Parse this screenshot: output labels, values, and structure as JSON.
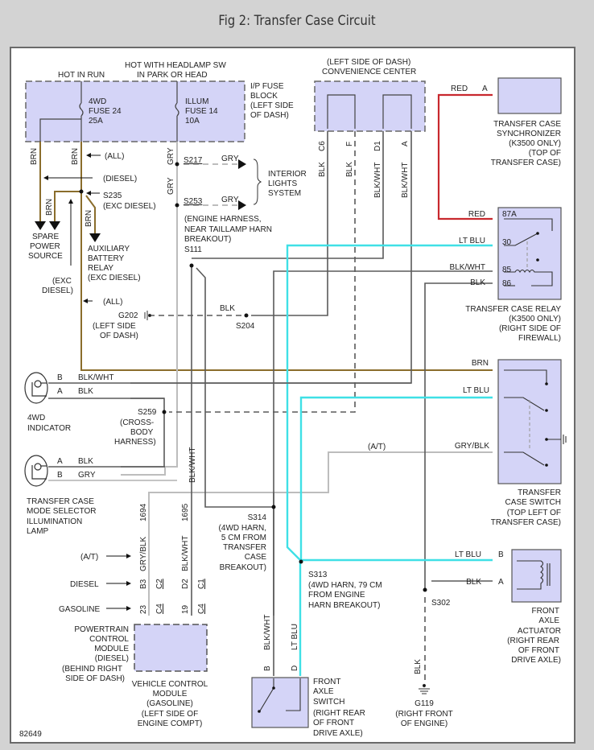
{
  "title": "Fig 2: Transfer Case Circuit",
  "figure_number": "82649",
  "colors": {
    "brn": "#8a6d2c",
    "red": "#c8282e",
    "lt_blu": "#3fe0e6",
    "gry": "#bdbdbd",
    "blk": "#555555",
    "component_fill": "#d4d4f7"
  },
  "power": {
    "hot_in_run": "HOT IN RUN",
    "hot_headlamp_1": "HOT WITH HEADLAMP SW",
    "hot_headlamp_2": "IN PARK OR HEAD"
  },
  "fuse_block": {
    "label": [
      "I/P FUSE",
      "BLOCK",
      "(LEFT SIDE",
      "OF DASH)"
    ],
    "fuse_4wd": [
      "4WD",
      "FUSE 24",
      "25A"
    ],
    "fuse_illum": [
      "ILLUM",
      "FUSE 14",
      "10A"
    ]
  },
  "convenience_center": {
    "label": [
      "(LEFT SIDE OF DASH)",
      "CONVENIENCE CENTER"
    ],
    "pins": [
      "C6",
      "F",
      "D1",
      "A"
    ],
    "wires": [
      "BLK",
      "BLK",
      "BLK/WHT",
      "BLK/WHT"
    ]
  },
  "synchronizer": {
    "wire": "RED",
    "pin": "A",
    "label": [
      "TRANSFER CASE",
      "SYNCHRONIZER",
      "(K3500 ONLY)",
      "(TOP OF",
      "TRANSFER CASE)"
    ]
  },
  "relay": {
    "pins": [
      {
        "wire": "RED",
        "pin": "87A"
      },
      {
        "wire": "LT BLU",
        "pin": "30"
      },
      {
        "wire": "BLK/WHT",
        "pin": "85"
      },
      {
        "wire": "BLK",
        "pin": "86"
      }
    ],
    "label": [
      "TRANSFER CASE RELAY",
      "(K3500 ONLY)",
      "(RIGHT SIDE OF",
      "FIREWALL)"
    ]
  },
  "left_side": {
    "brn": "BRN",
    "all": "(ALL)",
    "diesel": "(DIESEL)",
    "s235": "S235",
    "exc_diesel": "(EXC DIESEL)",
    "spare": [
      "SPARE",
      "POWER",
      "SOURCE"
    ],
    "aux": [
      "AUXILIARY",
      "BATTERY",
      "RELAY",
      "(EXC DIESEL)"
    ],
    "exc_diesel_2": [
      "(EXC",
      "DIESEL)"
    ],
    "all2": "(ALL)",
    "g202": "G202",
    "g202_loc": [
      "(LEFT SIDE",
      "OF DASH)"
    ],
    "blk": "BLK",
    "s204": "S204"
  },
  "interior": {
    "gry": "GRY",
    "s217": "S217",
    "s253": "S253",
    "label": [
      "INTERIOR",
      "LIGHTS",
      "SYSTEM"
    ],
    "harness": [
      "(ENGINE HARNESS,",
      "NEAR TAILLAMP HARN",
      "BREAKOUT)"
    ],
    "s111": "S111"
  },
  "indicator": {
    "pins": [
      {
        "pin": "B",
        "wire": "BLK/WHT"
      },
      {
        "pin": "A",
        "wire": "BLK"
      }
    ],
    "label": [
      "4WD",
      "INDICATOR"
    ],
    "s259": "S259",
    "s259_loc": [
      "(CROSS-",
      "BODY",
      "HARNESS)"
    ]
  },
  "mode_lamp": {
    "pins": [
      {
        "pin": "A",
        "wire": "BLK"
      },
      {
        "pin": "B",
        "wire": "GRY"
      }
    ],
    "label": [
      "TRANSFER CASE",
      "MODE SELECTOR",
      "ILLUMINATION",
      "LAMP"
    ]
  },
  "tc_switch": {
    "wires": [
      "BRN",
      "LT BLU",
      "GRY/BLK"
    ],
    "at": "(A/T)",
    "label": [
      "TRANSFER",
      "CASE SWITCH",
      "(TOP LEFT OF",
      "TRANSFER CASE)"
    ]
  },
  "pcm": {
    "circuits": [
      "1694",
      "1695"
    ],
    "wires": [
      "GRY/BLK",
      "BLK/WHT",
      "BLK/WHT"
    ],
    "rows": [
      {
        "label": "(A/T)"
      },
      {
        "label": "DIESEL",
        "pins": [
          "B3",
          "C2",
          "D2",
          "C1"
        ]
      },
      {
        "label": "GASOLINE",
        "pins": [
          "23",
          "C4",
          "19",
          "C4"
        ]
      }
    ],
    "label_pcm": [
      "POWERTRAIN",
      "CONTROL",
      "MODULE",
      "(DIESEL)",
      "(BEHIND RIGHT",
      "SIDE OF DASH)"
    ],
    "label_vcm": [
      "VEHICLE CONTROL",
      "MODULE",
      "(GASOLINE)",
      "(LEFT SIDE OF",
      "ENGINE COMPT)"
    ]
  },
  "splices": {
    "s314": "S314",
    "s314_loc": [
      "(4WD HARN,",
      "5 CM FROM",
      "TRANSFER",
      "CASE",
      "BREAKOUT)"
    ],
    "s313": "S313",
    "s313_loc": [
      "(4WD HARN, 79 CM",
      "FROM ENGINE",
      "HARN BREAKOUT)"
    ],
    "s302": "S302"
  },
  "actuator": {
    "pins": [
      {
        "wire": "LT BLU",
        "pin": "B"
      },
      {
        "wire": "BLK",
        "pin": "A"
      }
    ],
    "label": [
      "FRONT",
      "AXLE",
      "ACTUATOR",
      "(RIGHT REAR",
      "OF FRONT",
      "DRIVE AXLE)"
    ]
  },
  "axle_switch": {
    "wires": [
      "BLK/WHT",
      "LT BLU"
    ],
    "pins": [
      "B",
      "D"
    ],
    "label": [
      "FRONT",
      "AXLE",
      "SWITCH",
      "(RIGHT REAR",
      "OF FRONT",
      "DRIVE AXLE)"
    ]
  },
  "ground_g119": {
    "wire": "BLK",
    "label": [
      "G119",
      "(RIGHT FRONT",
      "OF ENGINE)"
    ]
  }
}
